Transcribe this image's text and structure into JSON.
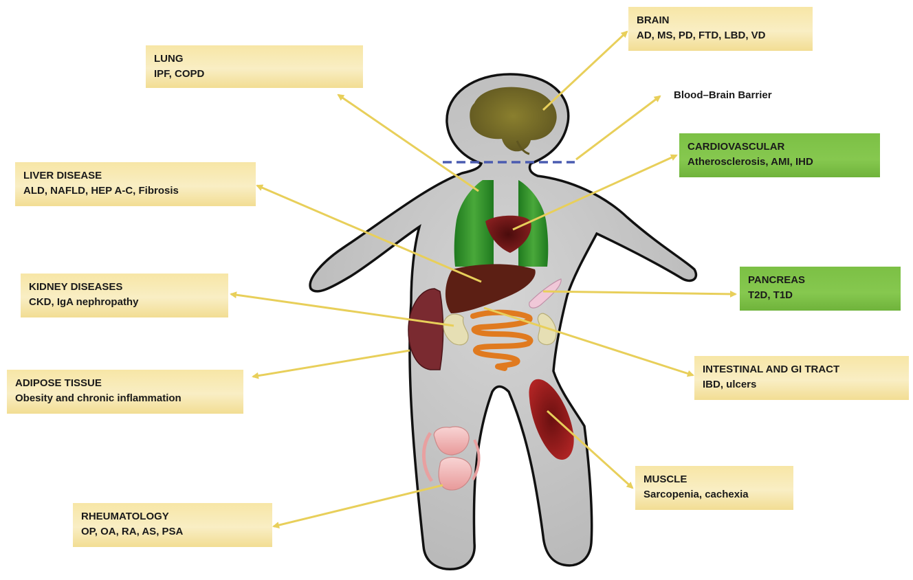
{
  "labels": {
    "brain": {
      "title": "BRAIN",
      "detail": "AD, MS, PD, FTD, LBD, VD"
    },
    "lung": {
      "title": "LUNG",
      "detail": "IPF, COPD"
    },
    "bbb": {
      "title": "Blood–Brain Barrier"
    },
    "cardiovascular": {
      "title": "CARDIOVASCULAR",
      "detail": "Atherosclerosis, AMI, IHD"
    },
    "liver": {
      "title": "LIVER DISEASE",
      "detail": "ALD, NAFLD, HEP A-C, Fibrosis"
    },
    "kidney": {
      "title": "KIDNEY DISEASES",
      "detail": "CKD, IgA nephropathy"
    },
    "pancreas": {
      "title": "PANCREAS",
      "detail": "T2D, T1D"
    },
    "intestinal": {
      "title": "INTESTINAL AND GI TRACT",
      "detail": "IBD, ulcers"
    },
    "adipose": {
      "title": "ADIPOSE TISSUE",
      "detail": "Obesity and chronic inflammation"
    },
    "muscle": {
      "title": "MUSCLE",
      "detail": "Sarcopenia, cachexia"
    },
    "rheumatology": {
      "title": "RHEUMATOLOGY",
      "detail": "OP, OA, RA, AS, PSA"
    }
  },
  "colors": {
    "arrow": "#e8cf5a",
    "body_fill": "#c8c8c8",
    "body_stroke": "#111111",
    "brain": "#7a7028",
    "lung": "#2f8f2f",
    "heart": "#7a1a1a",
    "liver": "#5c1f14",
    "kidney": "#e6dfb4",
    "pancreas": "#f0c8d8",
    "intestine": "#e07a1f",
    "adipose": "#7a2a30",
    "muscle": "#9c1c1c",
    "joint": "#f2b8b8",
    "bbb_line": "#4a5bb0",
    "label_yellow": "#f8eab5",
    "label_green": "#7cc045"
  }
}
